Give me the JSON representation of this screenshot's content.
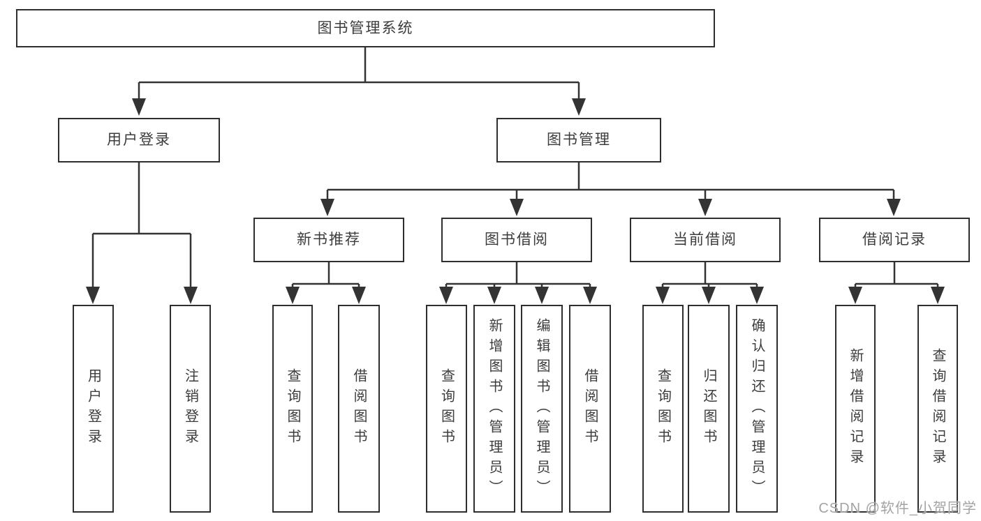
{
  "diagram": {
    "root_label": "图书管理系统",
    "branches": [
      {
        "label": "用户登录",
        "children": [
          {
            "label": "用户登录"
          },
          {
            "label": "注销登录"
          }
        ]
      },
      {
        "label": "图书管理",
        "sections": [
          {
            "label": "新书推荐",
            "children": [
              {
                "label": "查询图书"
              },
              {
                "label": "借阅图书"
              }
            ]
          },
          {
            "label": "图书借阅",
            "children": [
              {
                "label": "查询图书"
              },
              {
                "label": "新增图书（管理员）"
              },
              {
                "label": "编辑图书（管理员）"
              },
              {
                "label": "借阅图书"
              }
            ]
          },
          {
            "label": "当前借阅",
            "children": [
              {
                "label": "查询图书"
              },
              {
                "label": "归还图书"
              },
              {
                "label": "确认归还（管理员）"
              }
            ]
          },
          {
            "label": "借阅记录",
            "children": [
              {
                "label": "新增借阅记录"
              },
              {
                "label": "查询借阅记录"
              }
            ]
          }
        ]
      }
    ],
    "watermark": "CSDN @软件_小贺同学"
  },
  "colors": {
    "line": "#333333",
    "box_border": "#2e2e2e",
    "text": "#3c3c3c",
    "watermark": "#a3a3a3",
    "background": "#ffffff"
  }
}
